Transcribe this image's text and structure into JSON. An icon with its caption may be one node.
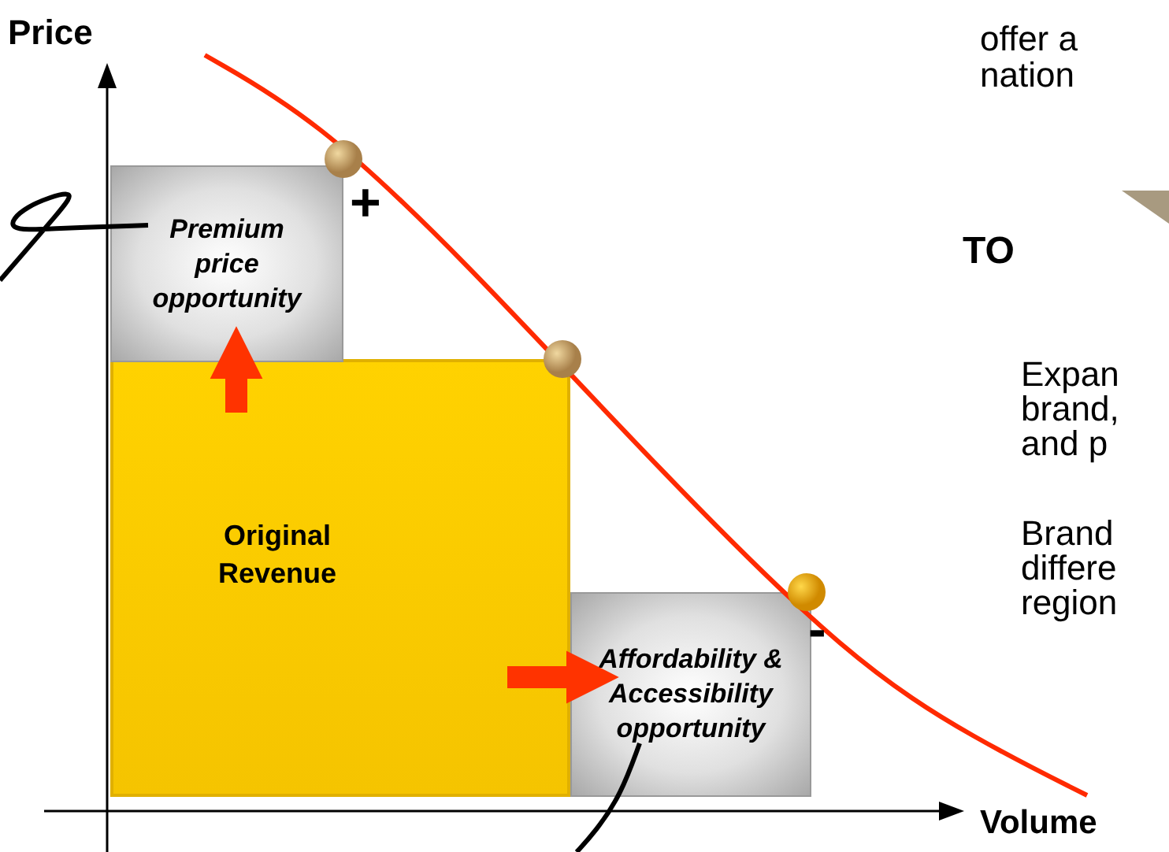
{
  "diagram": {
    "nodes": [
      {
        "text": [
          "Premium price opportunity"
        ]
      },
      {
        "text": [
          "Original Revenue"
        ]
      },
      {
        "text": [
          "Affordability & Accessibility opportunity"
        ]
      }
    ],
    "edges": [
      {
        "from": 1,
        "to": 0,
        "arrow": "to",
        "style": "thick",
        "color": "#ff3300"
      },
      {
        "from": 1,
        "to": 2,
        "arrow": "to",
        "style": "thick",
        "color": "#ff3300"
      },
      {
        "from": null,
        "to": 0,
        "arrow": "none",
        "color": "#000000"
      },
      {
        "from": 2,
        "to": null,
        "arrow": "none",
        "color": "#000000"
      }
    ],
    "labels": [
      "Price",
      "Volume",
      "+",
      "-",
      "offer a",
      "nation",
      "TO",
      "Expan",
      "brand,",
      "and p",
      "Brand",
      "differe",
      "region"
    ]
  }
}
